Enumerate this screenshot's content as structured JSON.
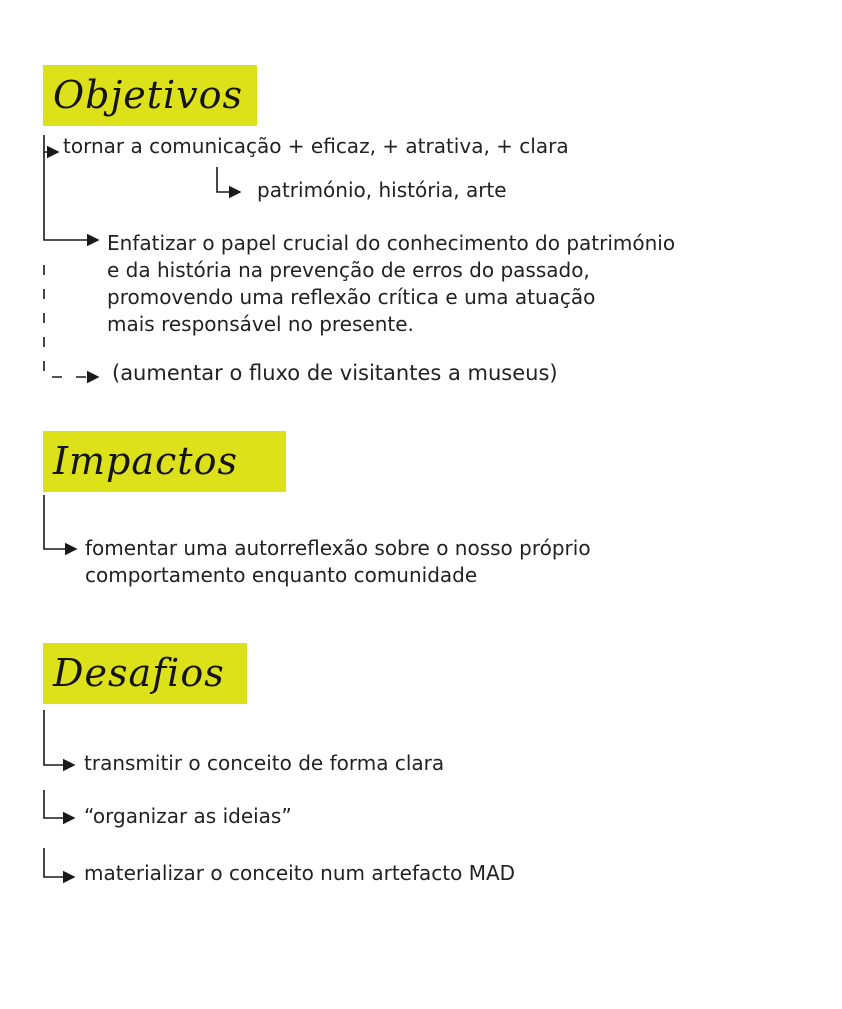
{
  "sections": {
    "objetivos": {
      "title": "Objetivos",
      "item1": "tornar a comunicação + eficaz, + atrativa, + clara",
      "item1_sub": "património, história, arte",
      "item2_lines": [
        "Enfatizar o papel crucial do conhecimento do património",
        "e da história na prevenção de erros do passado,",
        "promovendo uma reflexão crítica e uma atuação",
        "mais responsável no presente."
      ],
      "item3": "(aumentar o fluxo de visitantes a museus)"
    },
    "impactos": {
      "title": "Impactos",
      "item1_lines": [
        "fomentar uma autorreflexão sobre o nosso próprio",
        "comportamento enquanto comunidade"
      ]
    },
    "desafios": {
      "title": "Desafios",
      "items": [
        "transmitir o conceito de forma clara",
        "“organizar as ideias”",
        "materializar o conceito num artefacto MAD"
      ]
    }
  },
  "colors": {
    "highlight": "#dde11a",
    "ink": "#1a1a1a"
  }
}
